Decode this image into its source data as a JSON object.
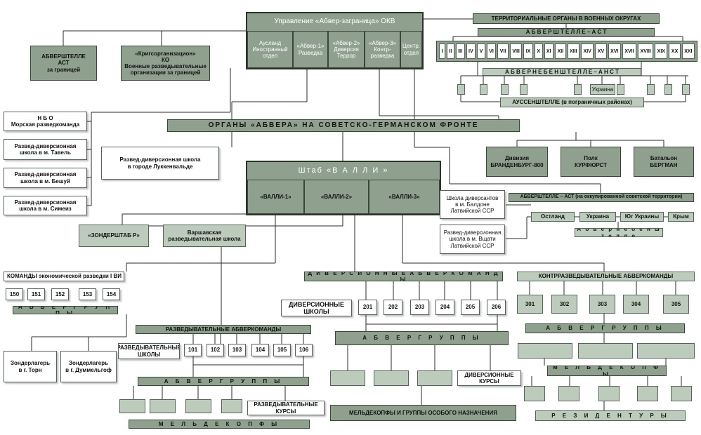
{
  "hq": {
    "title": "Управление «Абвер-заграница» ОКВ",
    "depts": [
      "Аусланд\nИностранный\nотдел",
      "«Абвер-1»\nРазведка",
      "«Абвер-2»\nДиверсия\nТеррор",
      "«Абвер-3»\nКонтр-\nразведка",
      "Центр.\nотдел"
    ]
  },
  "left_top": {
    "abwerstelle_abroad": "АБВЕРШТЕЛЛЕ\nАСТ\nза границей",
    "ko": "«Кригсорганизацион»\nКО\nВоенные разведывательные\nорганизации за границей"
  },
  "territorial": {
    "title": "ТЕРРИТОРИАЛЬНЫЕ ОРГАНЫ В ВОЕННЫХ ОКРУГАХ",
    "ast": "А Б В Е Р Ш Т Е Л Л Е – А С Т",
    "numerals": [
      "I",
      "II",
      "III",
      "IV",
      "V",
      "VI",
      "VII",
      "VIII",
      "IX",
      "X",
      "XI",
      "XII",
      "XIII",
      "XIV",
      "XV",
      "XVI",
      "XVII",
      "XVIII",
      "XIX",
      "XX",
      "XXI"
    ],
    "nebenstelle": "А Б В Е Р Н Е Б Е Н Ш Т Е Л Л Е – А Н С Т",
    "aussenstelle": "АУССЕНШТЕЛЛЕ (в пограничных районах)",
    "ukraine": "Украина"
  },
  "schools_left": [
    "Н Б О\nМорская разведкоманда",
    "Развед-диверсионная\nшкола в м. Тавель",
    "Развед-диверсионная\nшкола в м. Бешуй",
    "Развед-диверсионная\nшкола в м. Симеиз"
  ],
  "front": {
    "title": "ОРГАНЫ «АБВЕРА» НА СОВЕТСКО-ГЕРМАНСКОМ ФРОНТЕ",
    "luckenwalde": "Развед-диверсионная школа\nв городе Луккенвальде",
    "brandenburg": "Дивизия\nБРАНДЕНБУРГ-800",
    "kurfurst": "Полк\nКУРФЮРСТ",
    "bergman": "Батальон\nБЕРГМАН"
  },
  "walli": {
    "title": "Штаб «В А Л Л И »",
    "subs": [
      "«ВАЛЛИ-1»",
      "«ВАЛЛИ-2»",
      "«ВАЛЛИ-3»"
    ]
  },
  "occupied": {
    "baldone": "Школа диверсантов\nв м. Балдоне\nЛатвийской ССР",
    "vtsati": "Развед-диверсионная\nшкола в м. Вщати\nЛатвийской ССР",
    "ast_title": "АБВЕРШТЕЛЛЕ – АСТ (на оккупированной советской территории)",
    "regions": [
      "Остланд",
      "Украина",
      "Юг Украины",
      "Крым"
    ],
    "nebenstelle": "А б в е р н е б е н ш т е л л е"
  },
  "sonderstab": "«ЗОНДЕРШТАБ Р»",
  "warsaw": "Варшавская\nразведывательная школа",
  "economic": {
    "title": "КОМАНДЫ экономической разведки I ВИ",
    "nums": [
      "150",
      "151",
      "152",
      "153",
      "154"
    ],
    "groups": "А Б В Е Р Г Р У П П Ы"
  },
  "camps": [
    "Зондерлагерь\nв г. Торн",
    "Зондерлагерь\nв г. Думмельгоф"
  ],
  "recon": {
    "title": "РАЗВЕДЫВАТЕЛЬНЫЕ АБВЕРКОМАНДЫ",
    "schools": "РАЗВЕДЫВАТЕЛЬНЫЕ\nШКОЛЫ",
    "nums": [
      "101",
      "102",
      "103",
      "104",
      "105",
      "106"
    ],
    "groups": "А Б В Е Р Г Р У П П Ы",
    "courses": "РАЗВЕДЫВАТЕЛЬНЫЕ\nКУРСЫ",
    "meldekopf": "М Е Л Ь Д Е К О П Ф Ы"
  },
  "sabotage": {
    "title": "Д И В Е Р С И О Н Н Ы Е   А Б В Е Р К О М А Н Д Ы",
    "schools": "ДИВЕРСИОННЫЕ\nШКОЛЫ",
    "nums": [
      "201",
      "202",
      "203",
      "204",
      "205",
      "206"
    ],
    "groups": "А Б В Е Р Г Р У П П Ы",
    "courses": "ДИВЕРСИОННЫЕ\nКУРСЫ",
    "special": "МЕЛЬДЕКОПФЫ И ГРУППЫ ОСОБОГО НАЗНАЧЕНИЯ"
  },
  "counter": {
    "title": "КОНТРРАЗВЕДЫВАТЕЛЬНЫЕ АБВЕРКОМАНДЫ",
    "nums": [
      "301",
      "302",
      "303",
      "304",
      "305"
    ],
    "groups": "А Б В Е Р Г Р У П П Ы",
    "meldekopf": "М Е Л Ь Д Е К О П Ф Ы",
    "residents": "Р Е З И Д Е Н Т У Р Ы"
  }
}
